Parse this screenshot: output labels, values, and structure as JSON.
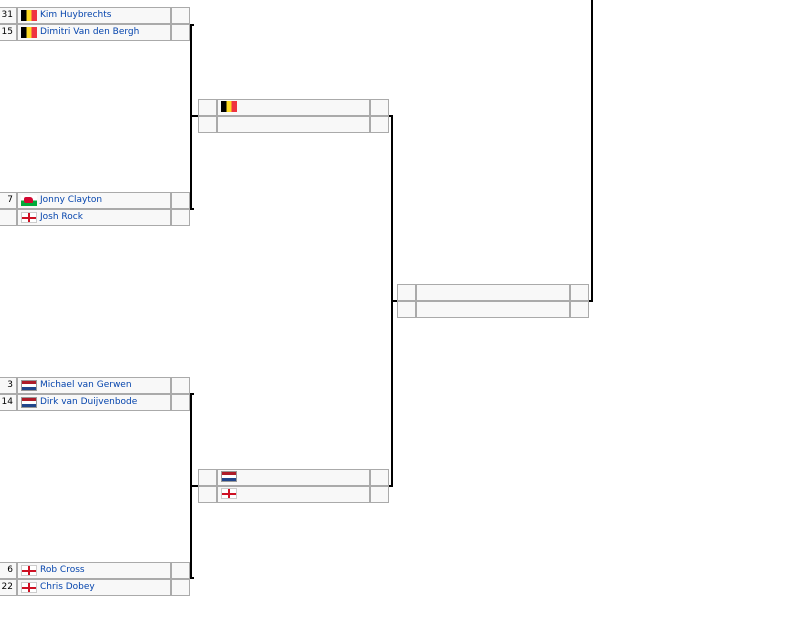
{
  "bracket": {
    "round1": [
      {
        "seed": "31",
        "flag": "flag-be",
        "name": "Kim Huybrechts",
        "score": ""
      },
      {
        "seed": "15",
        "flag": "flag-be",
        "name": "Dimitri Van den Bergh",
        "score": ""
      },
      {
        "seed": "7",
        "flag": "flag-wa",
        "name": "Jonny Clayton",
        "score": ""
      },
      {
        "seed": "",
        "flag": "flag-en",
        "name": "Josh Rock",
        "score": ""
      },
      {
        "seed": "3",
        "flag": "flag-nl",
        "name": "Michael van Gerwen",
        "score": ""
      },
      {
        "seed": "14",
        "flag": "flag-nl",
        "name": "Dirk van Duijvenbode",
        "score": ""
      },
      {
        "seed": "6",
        "flag": "flag-en",
        "name": "Rob Cross",
        "score": ""
      },
      {
        "seed": "22",
        "flag": "flag-en",
        "name": "Chris Dobey",
        "score": ""
      }
    ],
    "round2": [
      {
        "seed": "",
        "flag": "flag-be",
        "name": "",
        "score": ""
      },
      {
        "seed": "",
        "flag": "",
        "name": "",
        "score": ""
      },
      {
        "seed": "",
        "flag": "flag-nl",
        "name": "",
        "score": ""
      },
      {
        "seed": "",
        "flag": "flag-en",
        "name": "",
        "score": ""
      }
    ],
    "round3": [
      {
        "seed": "",
        "flag": "",
        "name": "",
        "score": ""
      },
      {
        "seed": "",
        "flag": "",
        "name": "",
        "score": ""
      }
    ]
  }
}
